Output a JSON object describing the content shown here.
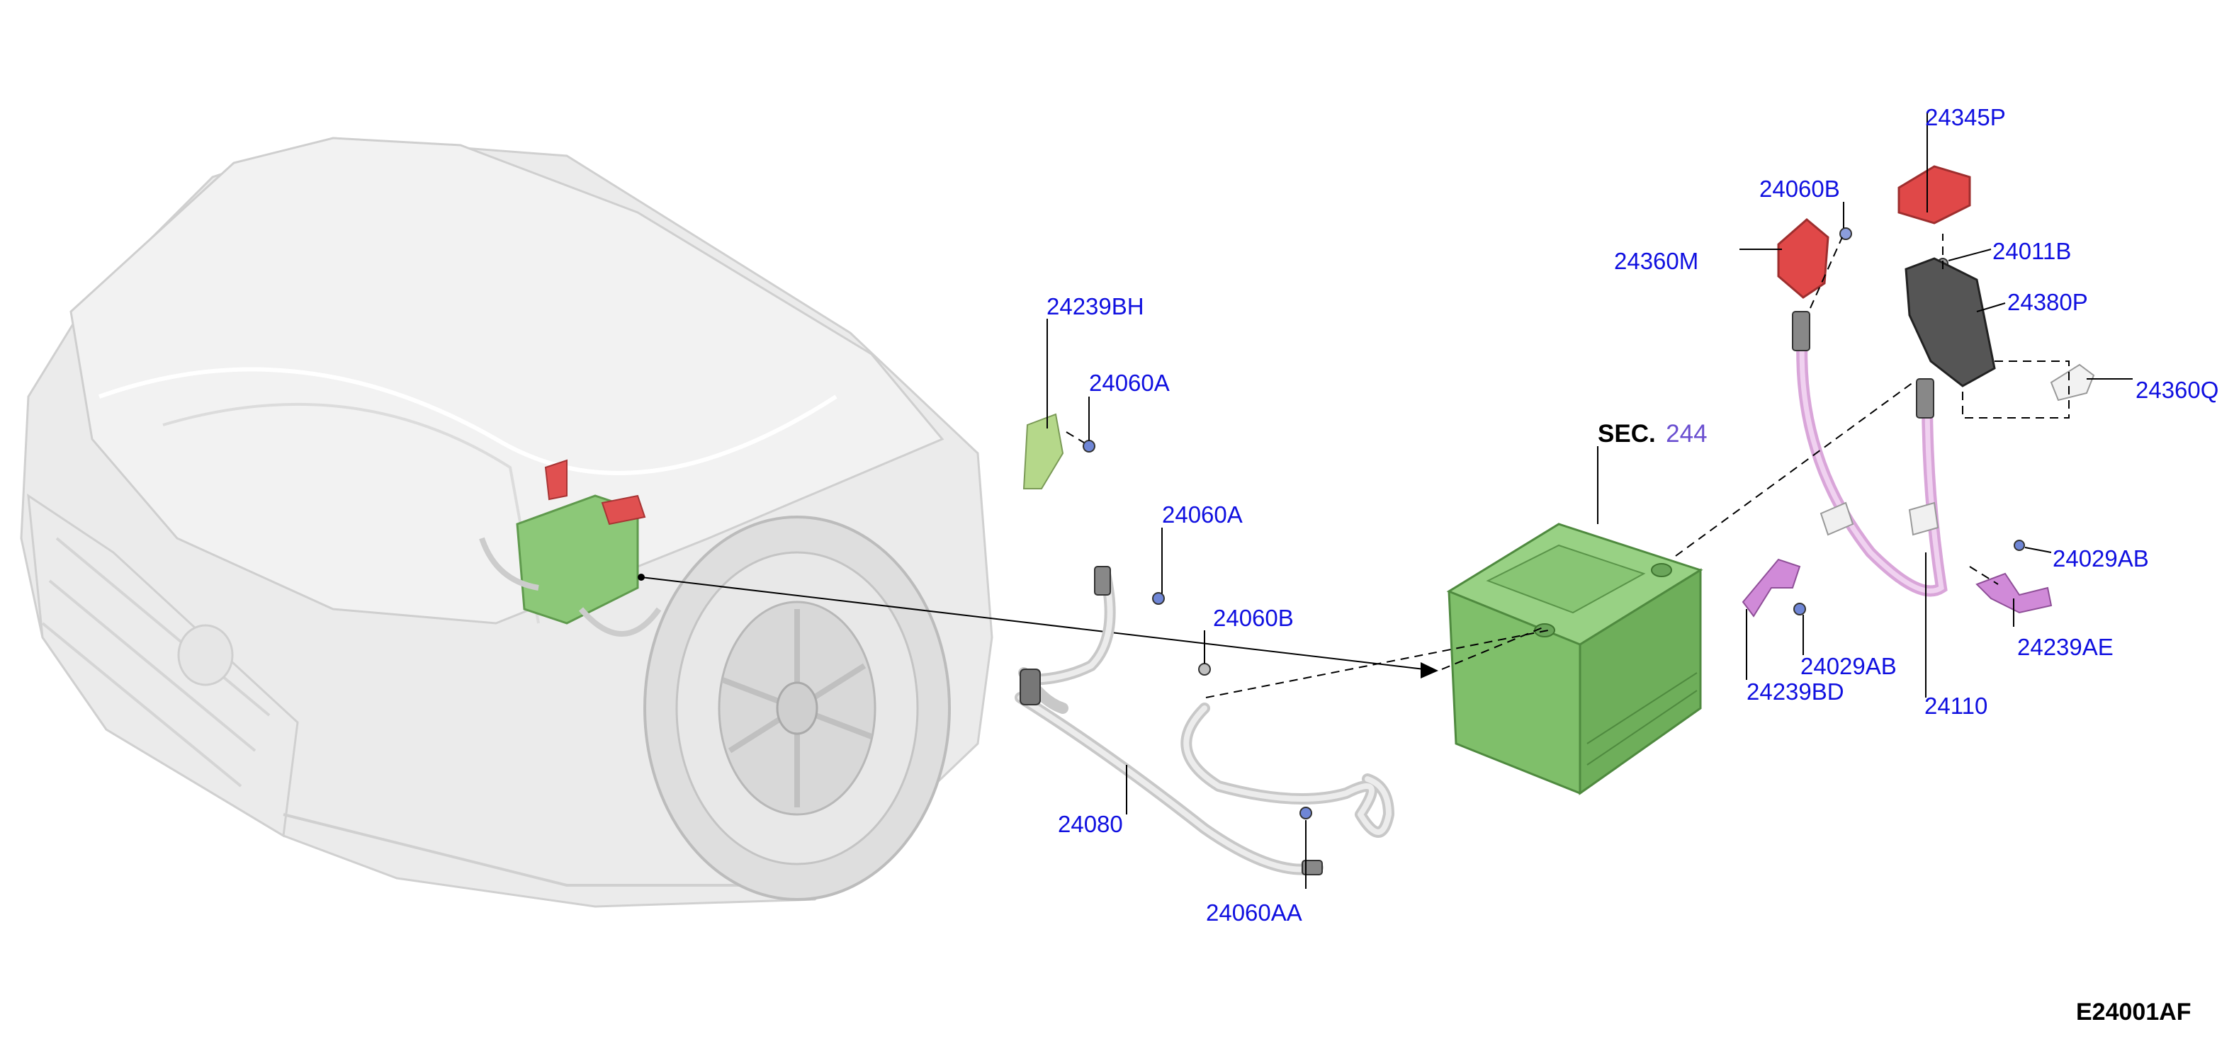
{
  "sec_ref": {
    "prefix": "SEC.",
    "number": "244"
  },
  "figure_code": "E24001AF",
  "colors": {
    "label": "#1010e0",
    "battery": "#7fbf6a",
    "red_cover": "#e04848",
    "bracket_pink": "#d08ad8",
    "bracket_green": "#b5d88a",
    "fuse_block": "#555555"
  },
  "labels": {
    "l_24239BH": "24239BH",
    "l_24060A_1": "24060A",
    "l_24060A_2": "24060A",
    "l_24060B_1": "24060B",
    "l_24080": "24080",
    "l_24060AA": "24060AA",
    "l_24060B_2": "24060B",
    "l_24360M": "24360M",
    "l_24345P": "24345P",
    "l_24011B": "24011B",
    "l_24380P": "24380P",
    "l_24360Q": "24360Q",
    "l_24029AB_1": "24029AB",
    "l_24239AE": "24239AE",
    "l_24029AB_2": "24029AB",
    "l_24239BD": "24239BD",
    "l_24110": "24110"
  }
}
